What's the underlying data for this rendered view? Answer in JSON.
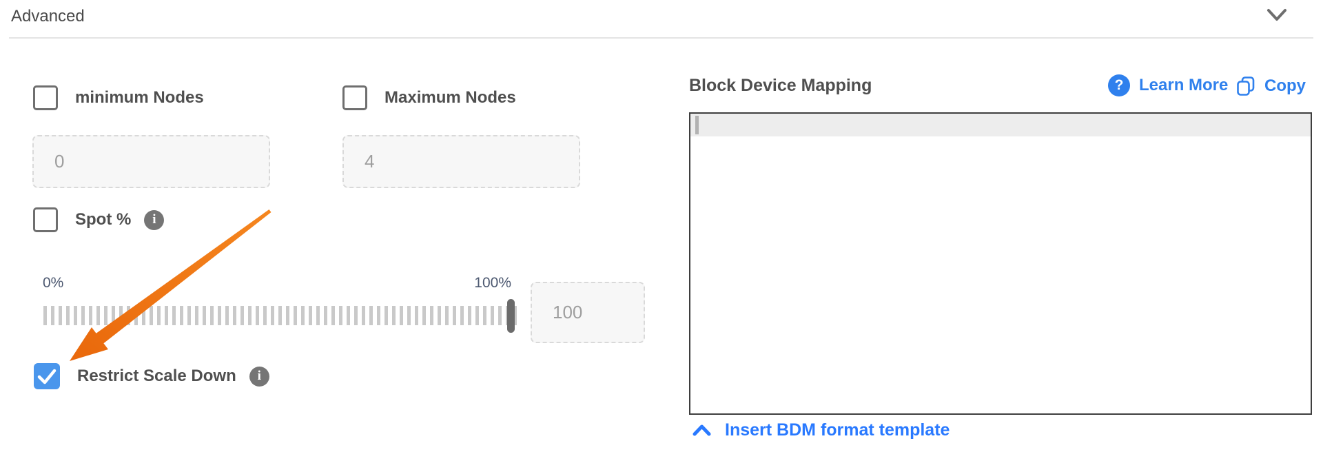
{
  "header": {
    "title": "Advanced"
  },
  "left_panel": {
    "min_nodes": {
      "label": "minimum Nodes",
      "checked": false,
      "value": "0"
    },
    "max_nodes": {
      "label": "Maximum Nodes",
      "checked": false,
      "value": "4"
    },
    "spot": {
      "label": "Spot %",
      "checked": false
    },
    "slider": {
      "min_label": "0%",
      "max_label": "100%",
      "value": "100",
      "position_percent": 100
    },
    "restrict_scale_down": {
      "label": "Restrict Scale Down",
      "checked": true
    }
  },
  "right_panel": {
    "title": "Block Device Mapping",
    "learn_more_label": "Learn More",
    "copy_label": "Copy",
    "editor_value": "",
    "template_link_label": "Insert BDM format template"
  },
  "icons": {
    "info_glyph": "i",
    "question_glyph": "?"
  },
  "colors": {
    "accent_blue": "#2f80ed",
    "link_blue": "#2979ff",
    "checkbox_checked_blue": "#4a96ec",
    "annotation_arrow_orange": "#ee7211",
    "label_gray": "#4f4f4f",
    "placeholder_gray": "#9e9e9e",
    "slider_tick_gray": "#c9c9c9",
    "slider_handle_gray": "#6b6b6b",
    "editor_border": "#3e3e3e",
    "active_line_gray": "#ededed"
  }
}
